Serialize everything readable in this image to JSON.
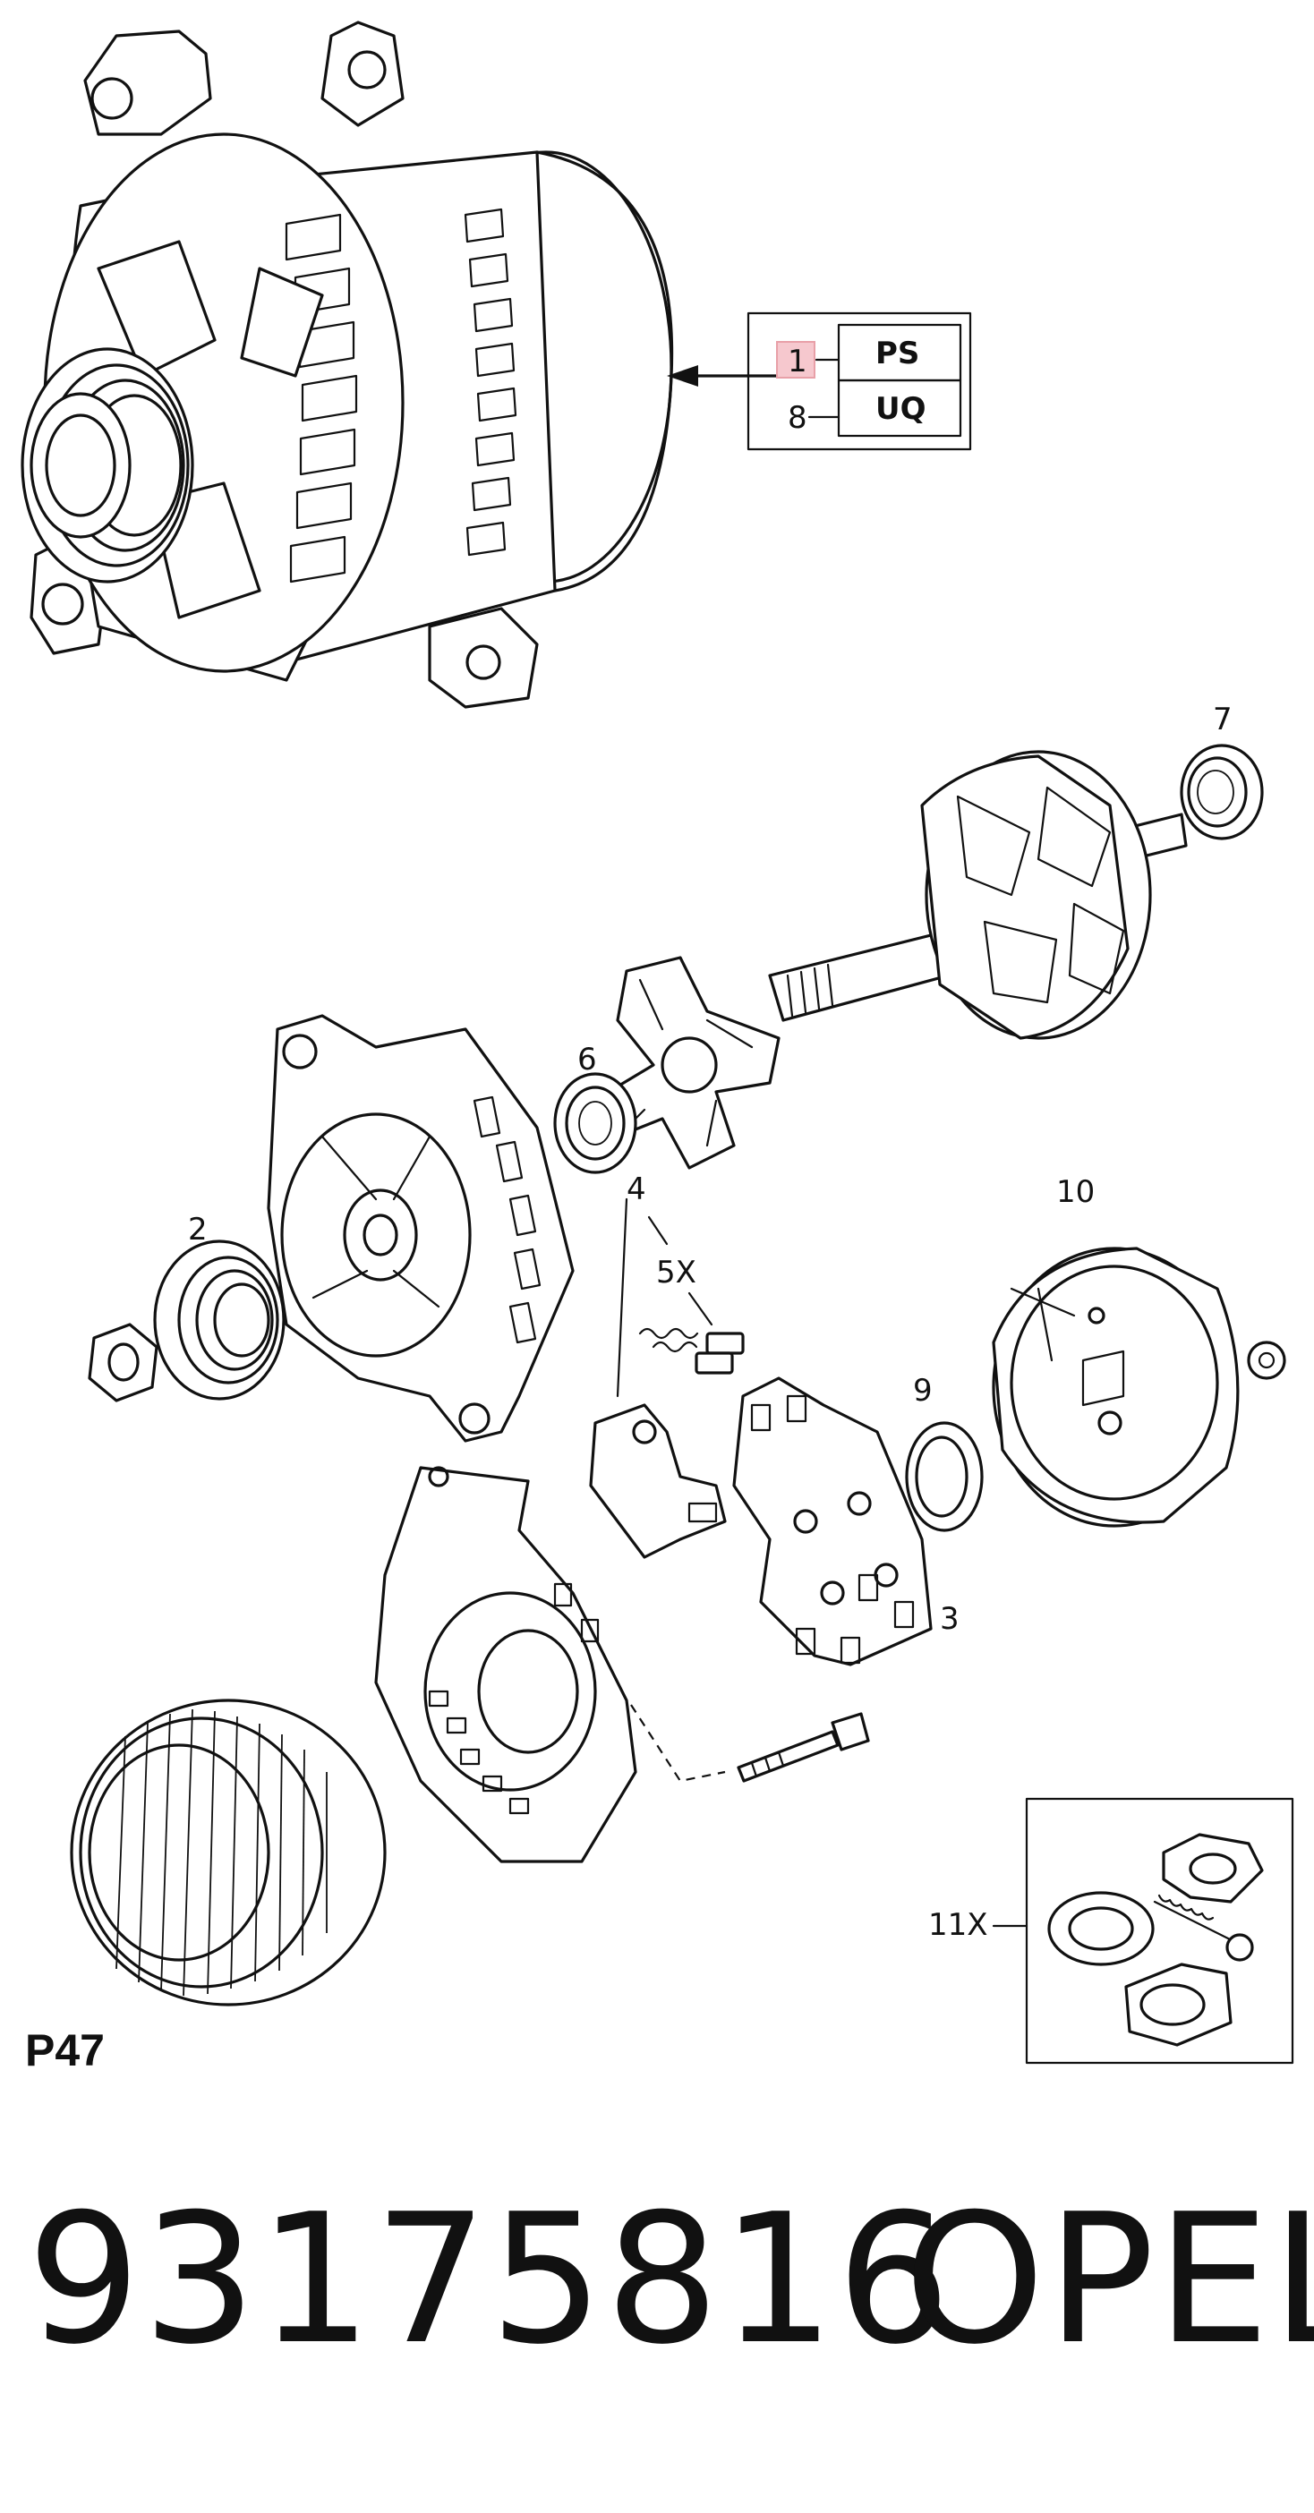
{
  "diagram": {
    "callouts": {
      "c1": "1",
      "c2": "2",
      "c3": "3",
      "c4": "4",
      "c5": "5X",
      "c6": "6",
      "c7": "7",
      "c8": "8",
      "c9": "9",
      "c10": "10",
      "c11": "11X"
    },
    "variant_table": {
      "row1": "PS",
      "row2": "UQ"
    },
    "plate": "P47",
    "highlight_color": "#e8a0a8"
  },
  "footer": {
    "part_number": "93175816",
    "brand": "OPEL"
  }
}
